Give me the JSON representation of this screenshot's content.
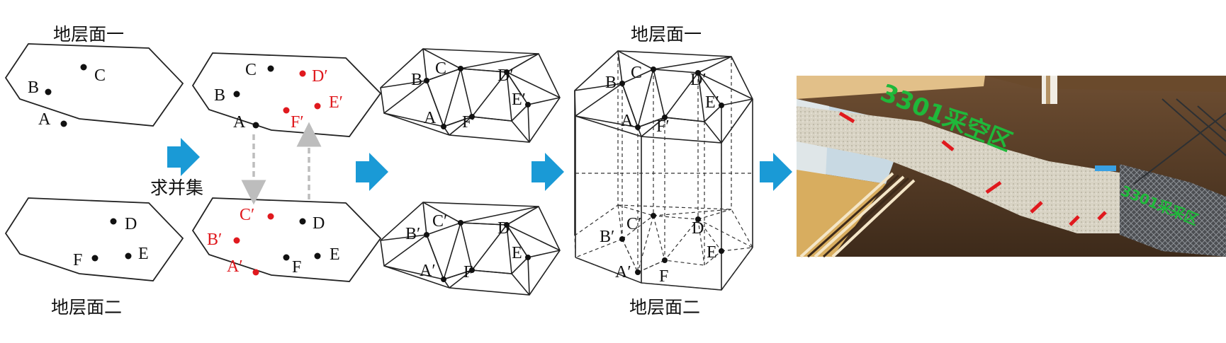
{
  "labels": {
    "layer1": "地层面一",
    "layer2": "地层面二",
    "union": "求并集"
  },
  "points": {
    "A": "A",
    "B": "B",
    "C": "C",
    "D": "D",
    "E": "E",
    "F": "F",
    "Ap": "A′",
    "Bp": "B′",
    "Cp": "C′",
    "Dp": "D′",
    "Ep": "E′",
    "Fp": "F′"
  },
  "render": {
    "label1": "3301采空区",
    "label2": "3301采采区"
  },
  "colors": {
    "arrow": "#1a9ad6",
    "projected": "#e0191e",
    "dashed_arrow": "#bdbdbd",
    "line": "#222222"
  }
}
